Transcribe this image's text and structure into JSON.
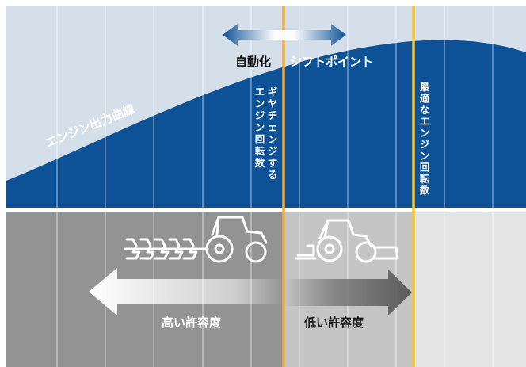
{
  "labels": {
    "engine_curve": "エンジン出力曲線",
    "auto": "自動化",
    "shift_point": "シフトポイント",
    "gear_change_rpm": "ギヤチェンジする\nエンジン回転数",
    "optimal_rpm": "最適なエンジン回転数",
    "high_tolerance": "高い許容度",
    "low_tolerance": "低い許容度"
  },
  "icons": {
    "tractor_plough": "tractor-with-plough-icon",
    "tractor_mower": "tractor-with-mower-icon"
  },
  "colors": {
    "sky": "#d5dfea",
    "curve_fill": "#0d5297",
    "lower_dark": "#939393",
    "lower_mid": "#c5c5c5",
    "lower_light": "#e4e4e4",
    "orange_line": "#f0ad3e",
    "yellow_line": "#f8c62d",
    "grid": "#ffffff"
  }
}
